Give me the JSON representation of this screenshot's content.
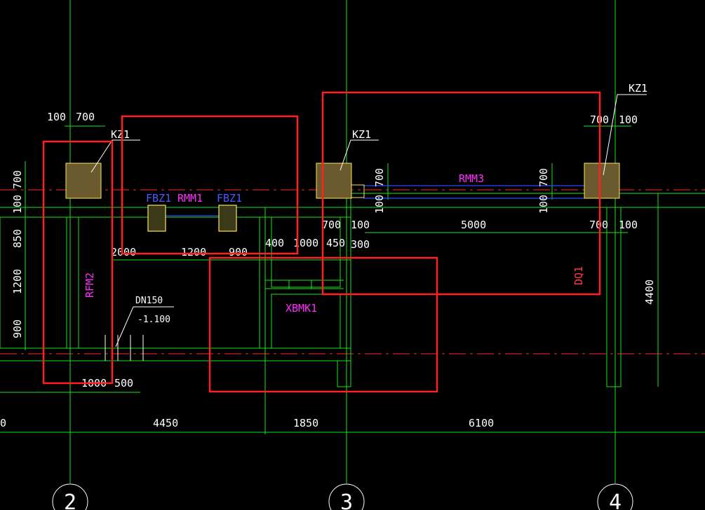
{
  "drawing": {
    "columns": [
      "KZ1",
      "KZ1",
      "KZ1"
    ],
    "wall_columns": [
      "FBZ1",
      "FBZ1"
    ],
    "doors": {
      "rmm1": "RMM1",
      "rmm3": "RMM3",
      "rfm2": "RFM2",
      "xbmk1": "XBMK1",
      "dq1": "DQ1"
    },
    "pipe": {
      "label": "DN150",
      "elevation": "-1.100"
    },
    "axis_labels": [
      "2",
      "3",
      "4"
    ],
    "dims": {
      "d100a": "100",
      "d700a": "700",
      "d700v1": "700",
      "d100v1": "100",
      "d850": "850",
      "d1200v": "1200",
      "d900v": "900",
      "d2000": "2000",
      "d1200": "1200",
      "d900": "900",
      "d400": "400",
      "d1000a": "1000",
      "d450": "450",
      "d300": "300",
      "d700b": "700",
      "d100b": "100",
      "d5000": "5000",
      "d700c": "700",
      "d100c": "100",
      "d700v2": "700",
      "d100v2": "100",
      "d700v3": "700",
      "d100v3": "100",
      "d700d": "700",
      "d100d": "100",
      "d1000b": "1000",
      "d500": "500",
      "d4400": "4400",
      "d0": "0",
      "d4450": "4450",
      "d1850": "1850",
      "d6100": "6100"
    }
  }
}
